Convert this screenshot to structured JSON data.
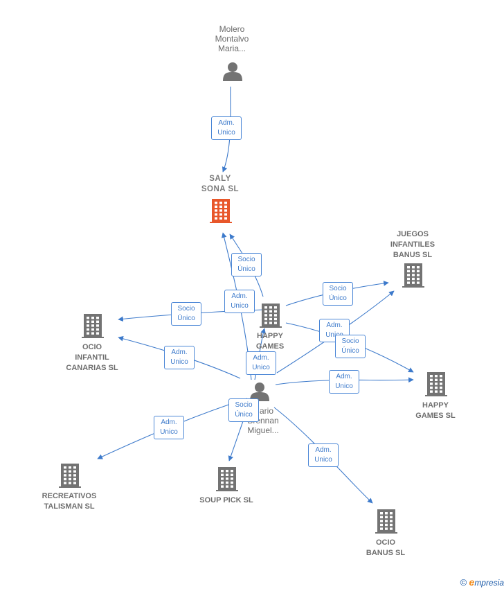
{
  "colors": {
    "edge": "#3d7acb",
    "building": "#737373",
    "focus": "#e8572a",
    "person": "#737373"
  },
  "nodes": [
    {
      "id": "molero",
      "kind": "person",
      "lines": [
        "Molero",
        "Montalvo",
        "Maria..."
      ]
    },
    {
      "id": "saly",
      "kind": "company-focus",
      "lines": [
        "SALY",
        "SONA SL"
      ]
    },
    {
      "id": "juegos",
      "kind": "company",
      "lines": [
        "JUEGOS",
        "INFANTILES",
        "BANUS SL"
      ]
    },
    {
      "id": "ocio-canarias",
      "kind": "company",
      "lines": [
        "OCIO",
        "INFANTIL",
        "CANARIAS SL"
      ]
    },
    {
      "id": "happy-mid",
      "kind": "company",
      "lines": [
        "HAPPY",
        "GAMES",
        "SL"
      ]
    },
    {
      "id": "mario",
      "kind": "person",
      "lines": [
        "Mario",
        "Brennan",
        "Miguel..."
      ]
    },
    {
      "id": "happy-right",
      "kind": "company",
      "lines": [
        "HAPPY",
        "GAMES SL"
      ]
    },
    {
      "id": "recreativos",
      "kind": "company",
      "lines": [
        "RECREATIVOS",
        "TALISMAN SL"
      ]
    },
    {
      "id": "soup",
      "kind": "company",
      "lines": [
        "SOUP PICK SL"
      ]
    },
    {
      "id": "ocio-banus",
      "kind": "company",
      "lines": [
        "OCIO",
        "BANUS SL"
      ]
    }
  ],
  "edges": [
    {
      "id": "e1",
      "from": "molero",
      "to": "saly",
      "label": [
        "Adm.",
        "Unico"
      ]
    },
    {
      "id": "e2",
      "from": "happy-mid",
      "to": "saly",
      "label": [
        "Socio",
        "Único"
      ]
    },
    {
      "id": "e3",
      "from": "mario",
      "to": "saly",
      "label": [
        "Adm.",
        "Unico"
      ]
    },
    {
      "id": "e4",
      "from": "happy-mid",
      "to": "ocio-canarias",
      "label": [
        "Socio",
        "Único"
      ]
    },
    {
      "id": "e5",
      "from": "mario",
      "to": "ocio-canarias",
      "label": [
        "Adm.",
        "Unico"
      ]
    },
    {
      "id": "e6",
      "from": "happy-mid",
      "to": "juegos",
      "label": [
        "Socio",
        "Único"
      ]
    },
    {
      "id": "e7",
      "from": "mario",
      "to": "juegos",
      "label": [
        "Adm.",
        "Unico"
      ]
    },
    {
      "id": "e8",
      "from": "happy-mid",
      "to": "happy-right",
      "label": [
        "Socio",
        "Único"
      ]
    },
    {
      "id": "e9",
      "from": "mario",
      "to": "happy-mid",
      "label": [
        "Adm.",
        "Unico"
      ]
    },
    {
      "id": "e10",
      "from": "mario",
      "to": "happy-right",
      "label": [
        "Adm.",
        "Unico"
      ]
    },
    {
      "id": "e11",
      "from": "mario",
      "to": "recreativos",
      "label": [
        "Adm.",
        "Unico"
      ]
    },
    {
      "id": "e12",
      "from": "mario",
      "to": "soup",
      "label": [
        "Socio",
        "Único"
      ]
    },
    {
      "id": "e13",
      "from": "mario",
      "to": "ocio-banus",
      "label": [
        "Adm.",
        "Unico"
      ]
    }
  ],
  "footer": {
    "copyright": "©",
    "brand_first": "e",
    "brand_rest": "mpresia"
  }
}
